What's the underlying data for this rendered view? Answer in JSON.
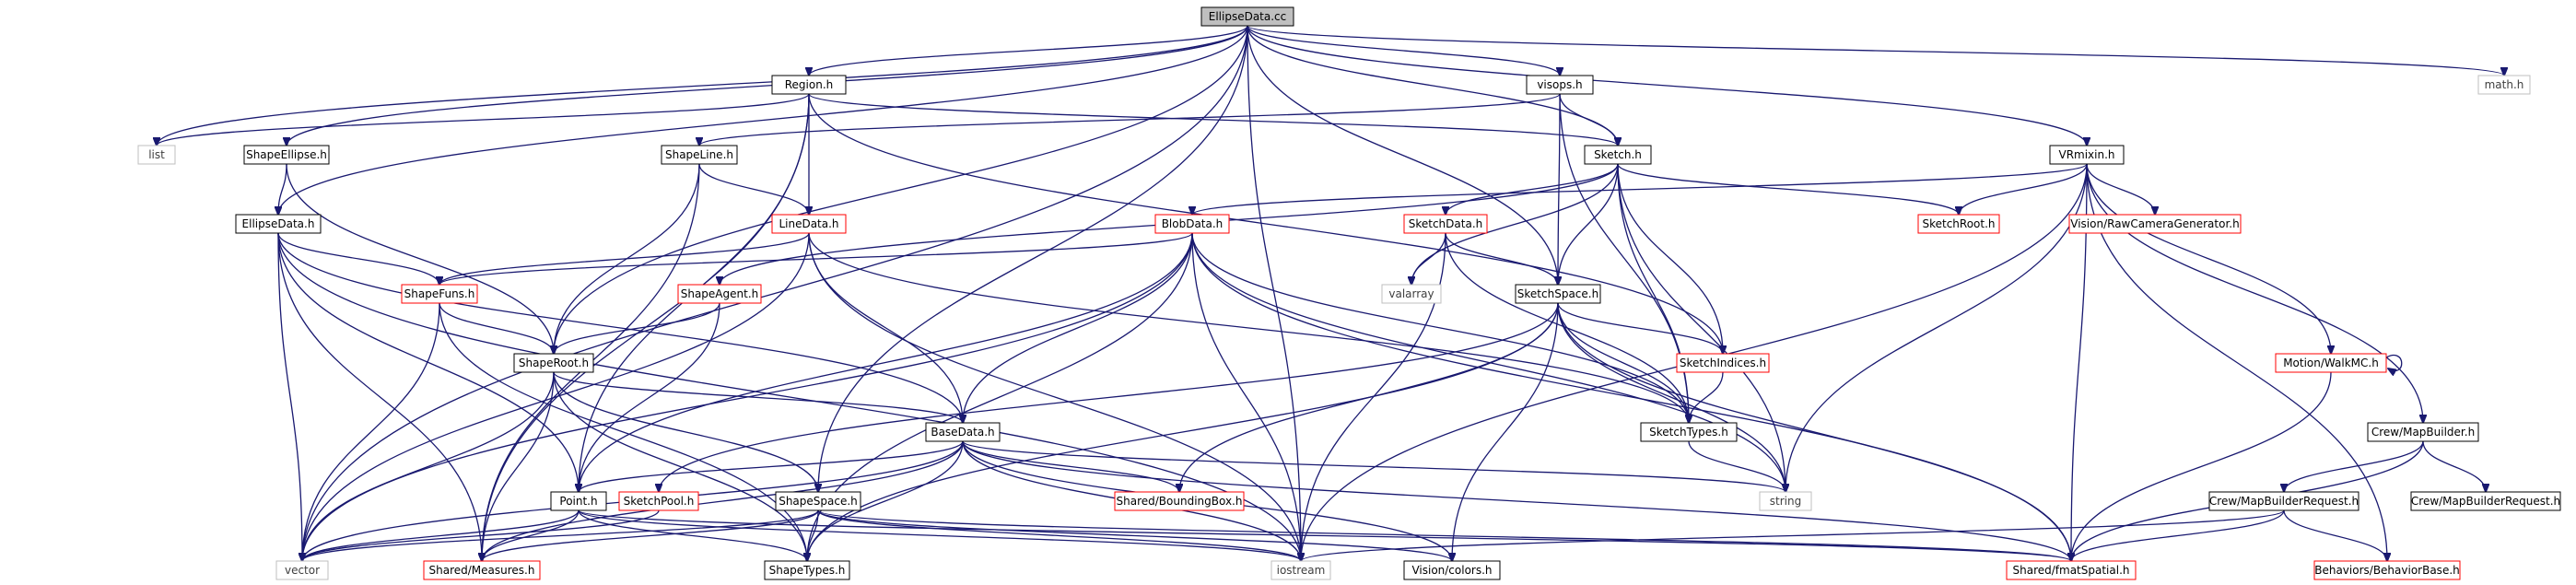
{
  "graph": {
    "colors": {
      "edge": "#191970",
      "root_fill": "#bfbfbf",
      "missing_border": "#ff0000",
      "external_border": "#bfbfbf"
    },
    "nodes": [
      {
        "id": "ellipsedata_cc",
        "label": "EllipseData.cc",
        "kind": "root"
      },
      {
        "id": "region_h",
        "label": "Region.h",
        "kind": "normal"
      },
      {
        "id": "visops_h",
        "label": "visops.h",
        "kind": "normal"
      },
      {
        "id": "math_h",
        "label": "math.h",
        "kind": "external"
      },
      {
        "id": "list",
        "label": "list",
        "kind": "external"
      },
      {
        "id": "shapeellipse_h",
        "label": "ShapeEllipse.h",
        "kind": "normal"
      },
      {
        "id": "shapeline_h",
        "label": "ShapeLine.h",
        "kind": "normal"
      },
      {
        "id": "sketch_h",
        "label": "Sketch.h",
        "kind": "normal"
      },
      {
        "id": "vrmixin_h",
        "label": "VRmixin.h",
        "kind": "normal"
      },
      {
        "id": "ellipsedata_h",
        "label": "EllipseData.h",
        "kind": "normal"
      },
      {
        "id": "linedata_h",
        "label": "LineData.h",
        "kind": "missing"
      },
      {
        "id": "blobdata_h",
        "label": "BlobData.h",
        "kind": "missing"
      },
      {
        "id": "sketchdata_h",
        "label": "SketchData.h",
        "kind": "missing"
      },
      {
        "id": "sketchroot_h",
        "label": "SketchRoot.h",
        "kind": "missing"
      },
      {
        "id": "rawcamgen_h",
        "label": "Vision/RawCameraGenerator.h",
        "kind": "missing"
      },
      {
        "id": "shapefuns_h",
        "label": "ShapeFuns.h",
        "kind": "missing"
      },
      {
        "id": "shapeagent_h",
        "label": "ShapeAgent.h",
        "kind": "missing"
      },
      {
        "id": "valarray",
        "label": "valarray",
        "kind": "external"
      },
      {
        "id": "sketchspace_h",
        "label": "SketchSpace.h",
        "kind": "normal"
      },
      {
        "id": "walkmc_h",
        "label": "Motion/WalkMC.h",
        "kind": "missing"
      },
      {
        "id": "shaperoot_h",
        "label": "ShapeRoot.h",
        "kind": "normal"
      },
      {
        "id": "sketchindices_h",
        "label": "SketchIndices.h",
        "kind": "missing"
      },
      {
        "id": "basedata_h",
        "label": "BaseData.h",
        "kind": "normal"
      },
      {
        "id": "sketchtypes_h",
        "label": "SketchTypes.h",
        "kind": "normal"
      },
      {
        "id": "mapbuilder_h",
        "label": "Crew/MapBuilder.h",
        "kind": "normal"
      },
      {
        "id": "boundingbox_h",
        "label": "Shared/BoundingBox.h",
        "kind": "missing"
      },
      {
        "id": "string",
        "label": "string",
        "kind": "external"
      },
      {
        "id": "point_h",
        "label": "Point.h",
        "kind": "normal"
      },
      {
        "id": "sketchpool_h",
        "label": "SketchPool.h",
        "kind": "missing"
      },
      {
        "id": "shapespace_h",
        "label": "ShapeSpace.h",
        "kind": "normal"
      },
      {
        "id": "mbrequest_h",
        "label": "Crew/MapBuilderRequest.h",
        "kind": "normal"
      },
      {
        "id": "mbrequest_h2",
        "label": "Crew/MapBuilderRequest.h",
        "kind": "normal"
      },
      {
        "id": "vector",
        "label": "vector",
        "kind": "external"
      },
      {
        "id": "measures_h",
        "label": "Shared/Measures.h",
        "kind": "missing"
      },
      {
        "id": "shapetypes_h",
        "label": "ShapeTypes.h",
        "kind": "normal"
      },
      {
        "id": "iostream",
        "label": "iostream",
        "kind": "external"
      },
      {
        "id": "colors_h",
        "label": "Vision/colors.h",
        "kind": "normal"
      },
      {
        "id": "fmatspatial_h",
        "label": "Shared/fmatSpatial.h",
        "kind": "missing"
      },
      {
        "id": "behaviorbase_h",
        "label": "Behaviors/BehaviorBase.h",
        "kind": "missing"
      }
    ],
    "edges": [
      [
        "ellipsedata_cc",
        "region_h"
      ],
      [
        "ellipsedata_cc",
        "visops_h"
      ],
      [
        "ellipsedata_cc",
        "math_h"
      ],
      [
        "ellipsedata_cc",
        "list"
      ],
      [
        "ellipsedata_cc",
        "shapeellipse_h"
      ],
      [
        "ellipsedata_cc",
        "sketch_h"
      ],
      [
        "ellipsedata_cc",
        "vrmixin_h"
      ],
      [
        "ellipsedata_cc",
        "ellipsedata_h"
      ],
      [
        "ellipsedata_cc",
        "shaperoot_h"
      ],
      [
        "ellipsedata_cc",
        "sketchspace_h"
      ],
      [
        "ellipsedata_cc",
        "shapespace_h"
      ],
      [
        "ellipsedata_cc",
        "vector"
      ],
      [
        "ellipsedata_cc",
        "iostream"
      ],
      [
        "region_h",
        "list"
      ],
      [
        "region_h",
        "linedata_h"
      ],
      [
        "region_h",
        "sketch_h"
      ],
      [
        "region_h",
        "sketchindices_h"
      ],
      [
        "region_h",
        "point_h"
      ],
      [
        "region_h",
        "measures_h"
      ],
      [
        "visops_h",
        "shapeline_h"
      ],
      [
        "visops_h",
        "sketch_h"
      ],
      [
        "visops_h",
        "sketchspace_h"
      ],
      [
        "visops_h",
        "sketchtypes_h"
      ],
      [
        "shapeellipse_h",
        "ellipsedata_h"
      ],
      [
        "shapeellipse_h",
        "shaperoot_h"
      ],
      [
        "shapeline_h",
        "linedata_h"
      ],
      [
        "shapeline_h",
        "shaperoot_h"
      ],
      [
        "shapeline_h",
        "measures_h"
      ],
      [
        "sketch_h",
        "sketchdata_h"
      ],
      [
        "sketch_h",
        "sketchroot_h"
      ],
      [
        "sketch_h",
        "valarray"
      ],
      [
        "sketch_h",
        "sketchspace_h"
      ],
      [
        "sketch_h",
        "sketchindices_h"
      ],
      [
        "sketch_h",
        "sketchtypes_h"
      ],
      [
        "sketch_h",
        "string"
      ],
      [
        "sketch_h",
        "shapeagent_h"
      ],
      [
        "vrmixin_h",
        "blobdata_h"
      ],
      [
        "vrmixin_h",
        "sketchroot_h"
      ],
      [
        "vrmixin_h",
        "rawcamgen_h"
      ],
      [
        "vrmixin_h",
        "walkmc_h"
      ],
      [
        "vrmixin_h",
        "mapbuilder_h"
      ],
      [
        "vrmixin_h",
        "string"
      ],
      [
        "vrmixin_h",
        "iostream"
      ],
      [
        "vrmixin_h",
        "fmatspatial_h"
      ],
      [
        "vrmixin_h",
        "behaviorbase_h"
      ],
      [
        "ellipsedata_h",
        "shapefuns_h"
      ],
      [
        "ellipsedata_h",
        "basedata_h"
      ],
      [
        "ellipsedata_h",
        "point_h"
      ],
      [
        "ellipsedata_h",
        "vector"
      ],
      [
        "ellipsedata_h",
        "measures_h"
      ],
      [
        "ellipsedata_h",
        "iostream"
      ],
      [
        "linedata_h",
        "shapefuns_h"
      ],
      [
        "linedata_h",
        "basedata_h"
      ],
      [
        "linedata_h",
        "sketchtypes_h"
      ],
      [
        "linedata_h",
        "vector"
      ],
      [
        "linedata_h",
        "iostream"
      ],
      [
        "blobdata_h",
        "shapefuns_h"
      ],
      [
        "blobdata_h",
        "basedata_h"
      ],
      [
        "blobdata_h",
        "sketchtypes_h"
      ],
      [
        "blobdata_h",
        "point_h"
      ],
      [
        "blobdata_h",
        "vector"
      ],
      [
        "blobdata_h",
        "shapetypes_h"
      ],
      [
        "blobdata_h",
        "iostream"
      ],
      [
        "blobdata_h",
        "fmatspatial_h"
      ],
      [
        "blobdata_h",
        "string"
      ],
      [
        "sketchdata_h",
        "sketchspace_h"
      ],
      [
        "sketchdata_h",
        "valarray"
      ],
      [
        "sketchdata_h",
        "sketchtypes_h"
      ],
      [
        "sketchdata_h",
        "iostream"
      ],
      [
        "shapefuns_h",
        "shaperoot_h"
      ],
      [
        "shapefuns_h",
        "vector"
      ],
      [
        "shapefuns_h",
        "shapetypes_h"
      ],
      [
        "shapeagent_h",
        "shaperoot_h"
      ],
      [
        "shapeagent_h",
        "point_h"
      ],
      [
        "sketchspace_h",
        "sketchindices_h"
      ],
      [
        "sketchspace_h",
        "sketchtypes_h"
      ],
      [
        "sketchspace_h",
        "sketchpool_h"
      ],
      [
        "sketchspace_h",
        "boundingbox_h"
      ],
      [
        "sketchspace_h",
        "colors_h"
      ],
      [
        "sketchspace_h",
        "fmatspatial_h"
      ],
      [
        "sketchspace_h",
        "shapetypes_h"
      ],
      [
        "sketchspace_h",
        "string"
      ],
      [
        "walkmc_h",
        "walkmc_h"
      ],
      [
        "walkmc_h",
        "fmatspatial_h"
      ],
      [
        "shaperoot_h",
        "basedata_h"
      ],
      [
        "shaperoot_h",
        "shapespace_h"
      ],
      [
        "shaperoot_h",
        "vector"
      ],
      [
        "shaperoot_h",
        "shapetypes_h"
      ],
      [
        "shaperoot_h",
        "measures_h"
      ],
      [
        "sketchindices_h",
        "sketchtypes_h"
      ],
      [
        "basedata_h",
        "point_h"
      ],
      [
        "basedata_h",
        "boundingbox_h"
      ],
      [
        "basedata_h",
        "string"
      ],
      [
        "basedata_h",
        "vector"
      ],
      [
        "basedata_h",
        "shapetypes_h"
      ],
      [
        "basedata_h",
        "iostream"
      ],
      [
        "basedata_h",
        "colors_h"
      ],
      [
        "basedata_h",
        "fmatspatial_h"
      ],
      [
        "basedata_h",
        "measures_h"
      ],
      [
        "sketchtypes_h",
        "string"
      ],
      [
        "mapbuilder_h",
        "mbrequest_h"
      ],
      [
        "mapbuilder_h",
        "mbrequest_h2"
      ],
      [
        "mapbuilder_h",
        "fmatspatial_h"
      ],
      [
        "mbrequest_h",
        "fmatspatial_h"
      ],
      [
        "mbrequest_h",
        "behaviorbase_h"
      ],
      [
        "mbrequest_h",
        "iostream"
      ],
      [
        "point_h",
        "vector"
      ],
      [
        "point_h",
        "measures_h"
      ],
      [
        "point_h",
        "shapetypes_h"
      ],
      [
        "point_h",
        "iostream"
      ],
      [
        "point_h",
        "fmatspatial_h"
      ],
      [
        "sketchpool_h",
        "vector"
      ],
      [
        "shapespace_h",
        "vector"
      ],
      [
        "shapespace_h",
        "measures_h"
      ],
      [
        "shapespace_h",
        "shapetypes_h"
      ],
      [
        "shapespace_h",
        "iostream"
      ],
      [
        "shapespace_h",
        "colors_h"
      ],
      [
        "shapespace_h",
        "fmatspatial_h"
      ]
    ]
  }
}
